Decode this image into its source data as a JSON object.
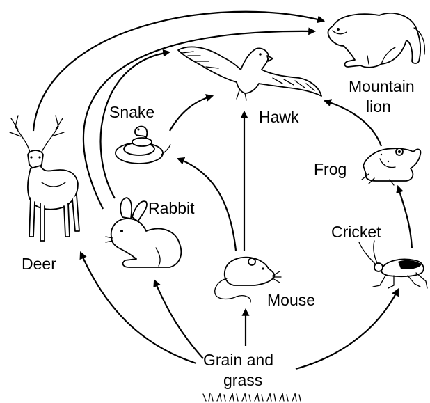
{
  "diagram": {
    "organisms": [
      {
        "id": "mountain-lion",
        "label_lines": [
          "Mountain",
          "lion"
        ],
        "icon": "mountain-lion-icon"
      },
      {
        "id": "hawk",
        "label_lines": [
          "Hawk"
        ],
        "icon": "hawk-icon"
      },
      {
        "id": "snake",
        "label_lines": [
          "Snake"
        ],
        "icon": "snake-icon"
      },
      {
        "id": "deer",
        "label_lines": [
          "Deer"
        ],
        "icon": "deer-icon"
      },
      {
        "id": "rabbit",
        "label_lines": [
          "Rabbit"
        ],
        "icon": "rabbit-icon"
      },
      {
        "id": "frog",
        "label_lines": [
          "Frog"
        ],
        "icon": "frog-icon"
      },
      {
        "id": "cricket",
        "label_lines": [
          "Cricket"
        ],
        "icon": "cricket-icon"
      },
      {
        "id": "mouse",
        "label_lines": [
          "Mouse"
        ],
        "icon": "mouse-icon"
      },
      {
        "id": "grain-and-grass",
        "label_lines": [
          "Grain and",
          "grass"
        ],
        "icon": "grass-icon"
      }
    ],
    "arrows": [
      {
        "from": "grain-and-grass",
        "to": "deer"
      },
      {
        "from": "grain-and-grass",
        "to": "rabbit"
      },
      {
        "from": "grain-and-grass",
        "to": "mouse"
      },
      {
        "from": "grain-and-grass",
        "to": "cricket"
      },
      {
        "from": "cricket",
        "to": "frog"
      },
      {
        "from": "frog",
        "to": "hawk"
      },
      {
        "from": "mouse",
        "to": "hawk"
      },
      {
        "from": "mouse",
        "to": "snake"
      },
      {
        "from": "snake",
        "to": "hawk"
      },
      {
        "from": "rabbit",
        "to": "hawk"
      },
      {
        "from": "rabbit",
        "to": "mountain-lion"
      },
      {
        "from": "deer",
        "to": "mountain-lion"
      }
    ],
    "colors": {
      "ink": "#000000",
      "background": "#ffffff"
    }
  }
}
